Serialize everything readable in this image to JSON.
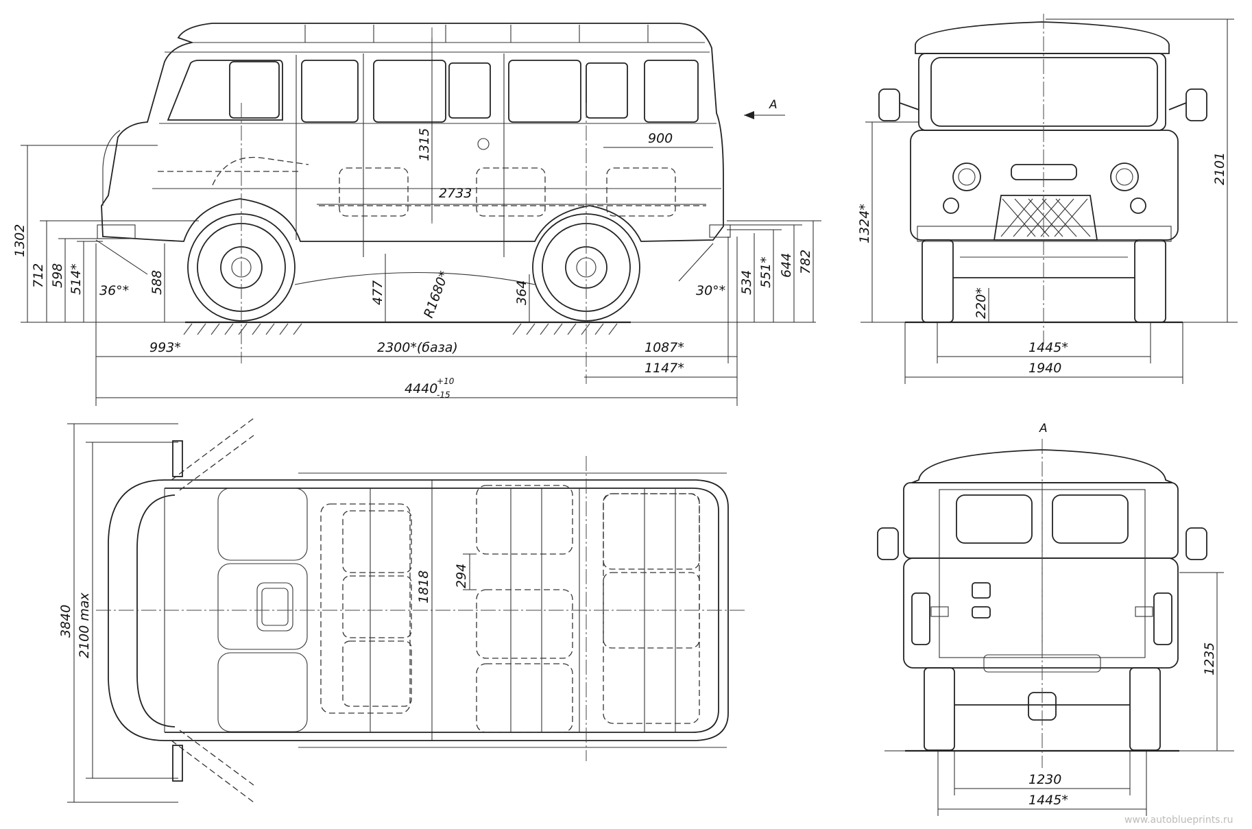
{
  "views": {
    "side": {
      "arrow_label": "A",
      "dims": {
        "d1302": "1302",
        "d712": "712",
        "d598": "598",
        "d514": "514*",
        "d588": "588",
        "d477": "477",
        "d364": "364",
        "d534": "534",
        "d551": "551*",
        "d644": "644",
        "d782": "782",
        "d1315": "1315",
        "d2733": "2733",
        "d900": "900",
        "d993": "993*",
        "d2300": "2300*(база)",
        "d1087": "1087*",
        "d1147": "1147*",
        "d4440": "4440",
        "d4440_up": "+10",
        "d4440_low": "-15",
        "r1680": "R1680*",
        "a36": "36°*",
        "a30": "30°*"
      }
    },
    "front": {
      "dims": {
        "d2101": "2101",
        "d1324": "1324*",
        "d220": "220*",
        "d1445": "1445*",
        "d1940": "1940"
      }
    },
    "top": {
      "dims": {
        "d3840": "3840",
        "d2100": "2100 max",
        "d294": "294",
        "d1818": "1818"
      }
    },
    "rear": {
      "view_label": "A",
      "dims": {
        "d1235": "1235",
        "d1230": "1230",
        "d1445": "1445*"
      }
    }
  },
  "watermark": "www.autoblueprints.ru",
  "colors": {
    "line": "#222222",
    "paper": "#ffffff"
  }
}
